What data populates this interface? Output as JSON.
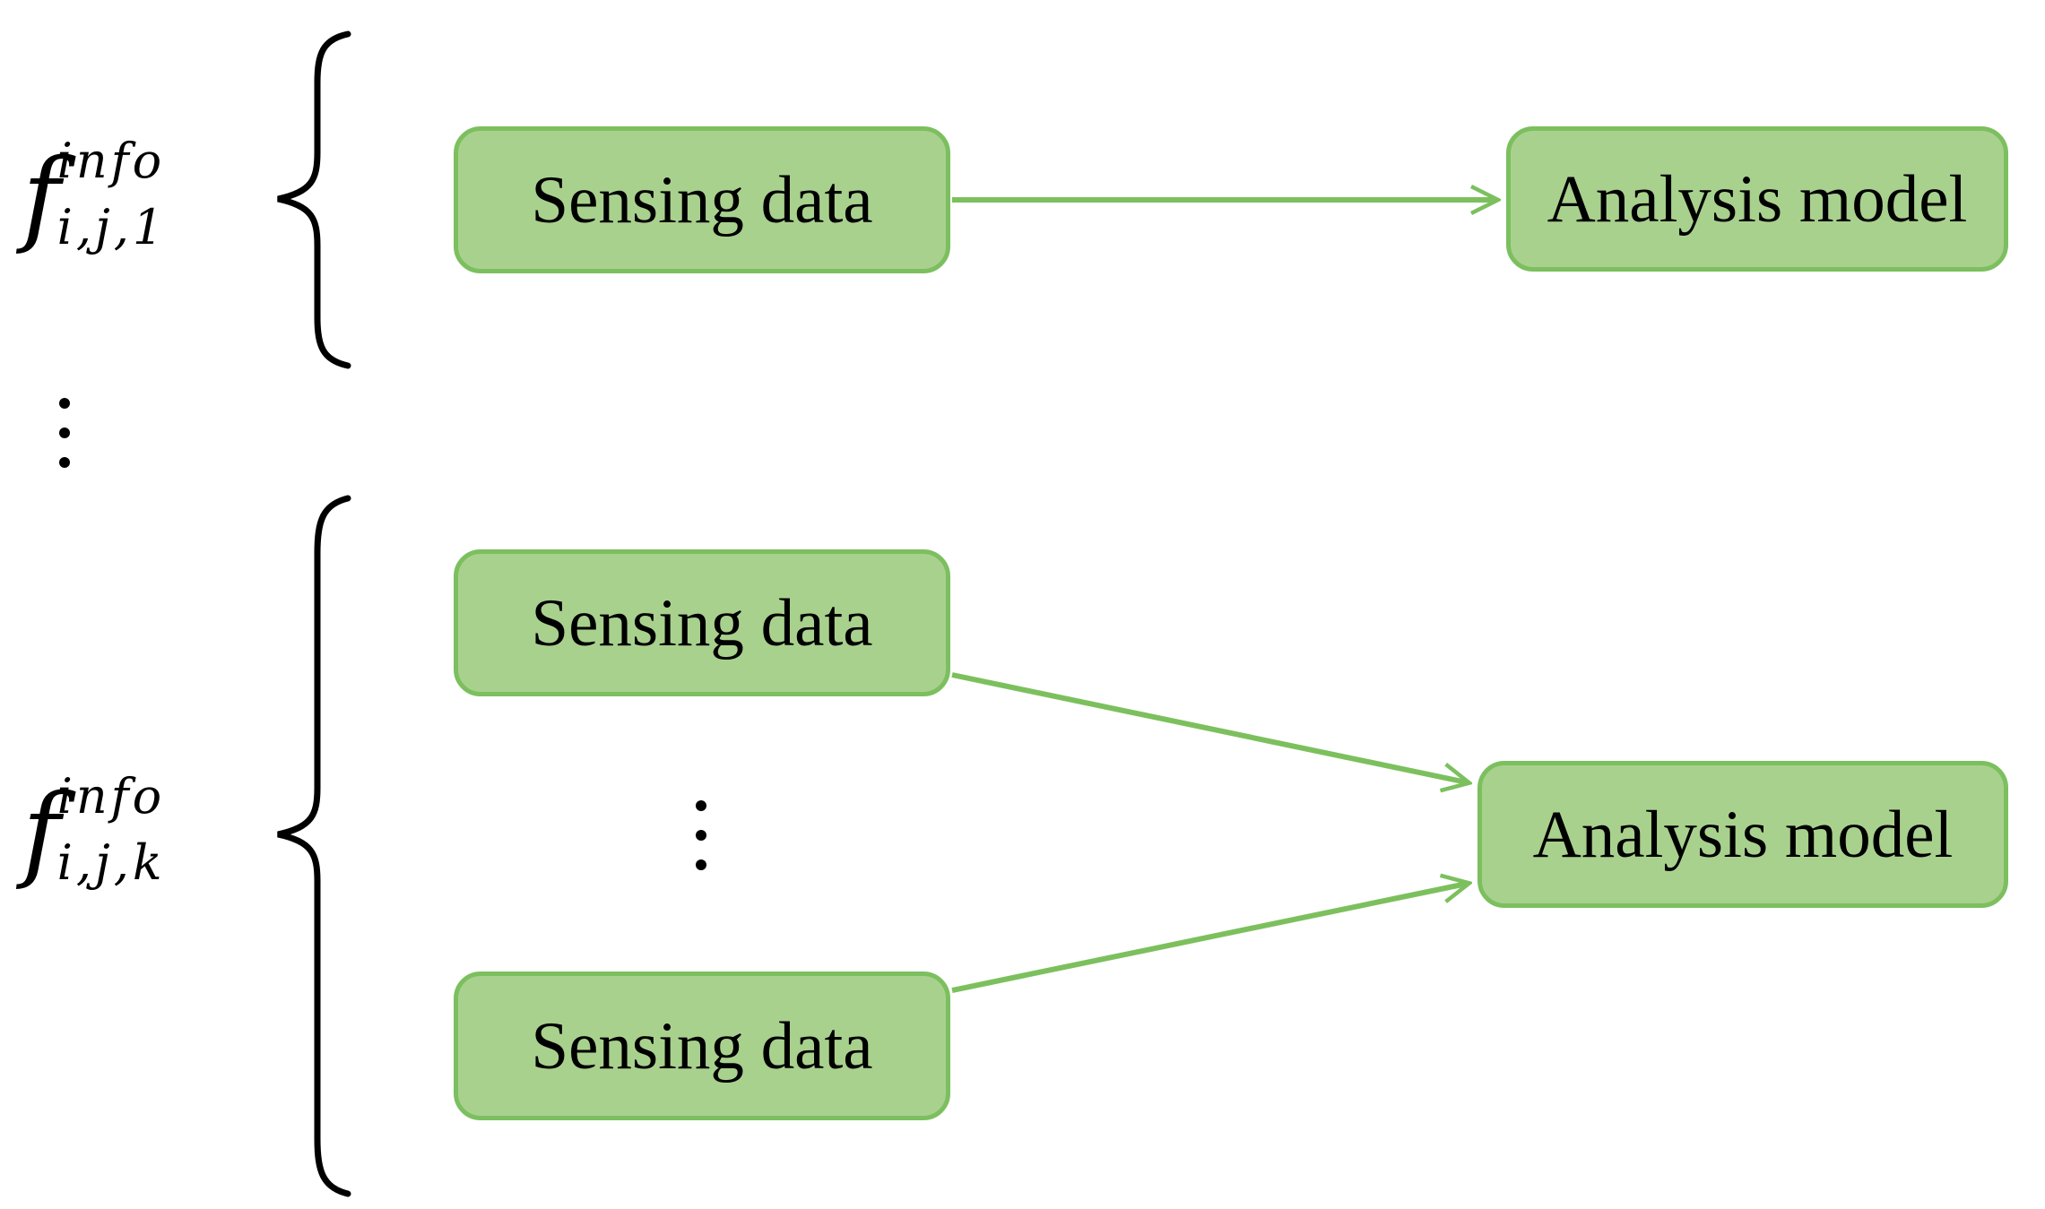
{
  "figure": {
    "background": "#FFFFFF",
    "colors": {
      "box_fill": "#A9D18E",
      "box_border": "#7CBF5F",
      "arrow": "#7CC05E",
      "text": "#000000",
      "brace": "#000000"
    },
    "group_1": {
      "label": {
        "base": "f",
        "superscript": "info",
        "subscript": "i,j,1"
      },
      "sensing_box": "Sensing data",
      "analysis_box": "Analysis model"
    },
    "between_groups_ellipsis": "⋮",
    "group_k": {
      "label": {
        "base": "f",
        "superscript": "info",
        "subscript": "i,j,k"
      },
      "sensing_box_top": "Sensing data",
      "between_boxes_ellipsis": "⋮",
      "sensing_box_bottom": "Sensing data",
      "analysis_box": "Analysis model"
    }
  }
}
